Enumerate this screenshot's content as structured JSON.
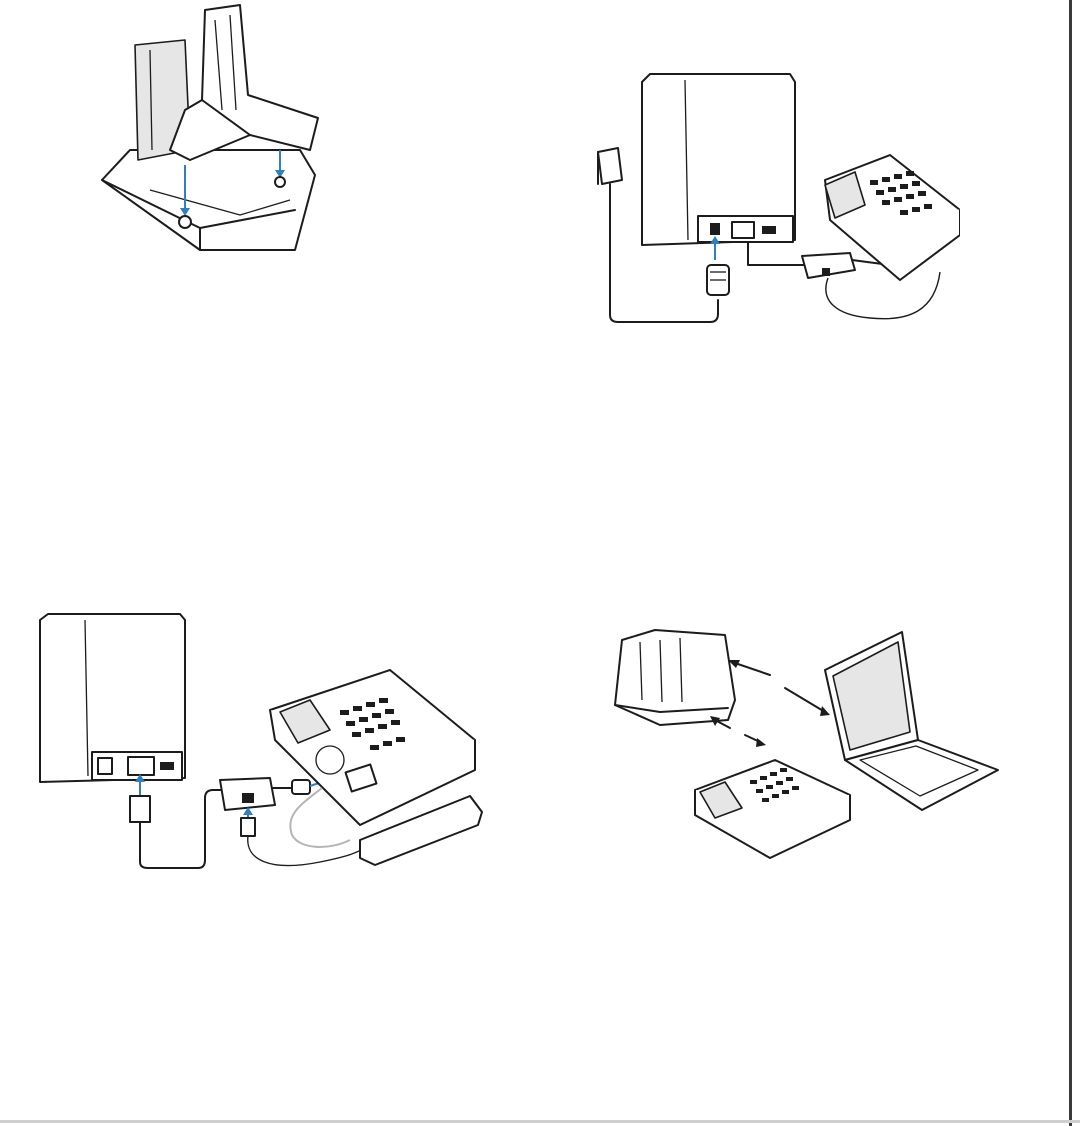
{
  "figures": [
    {
      "id": "fig1",
      "subject": "base-with-cradle-attachment"
    },
    {
      "id": "fig2",
      "subject": "base-power-and-phone-connection"
    },
    {
      "id": "fig3",
      "subject": "base-to-desk-phone-handset-cable"
    },
    {
      "id": "fig4",
      "subject": "base-phone-laptop-wireless-link"
    }
  ],
  "colors": {
    "line": "#1c1c1c",
    "accent": "#2f7fc1",
    "muted": "#b5b5b5",
    "fill": "#e6e6e6"
  }
}
